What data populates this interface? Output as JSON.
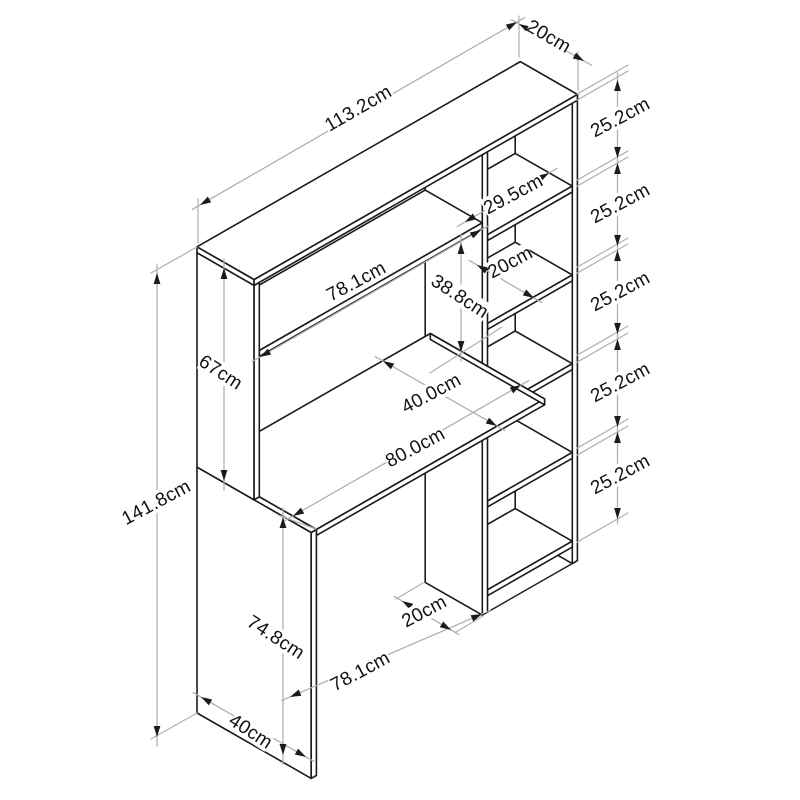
{
  "drawing": {
    "type": "isometric furniture dimension drawing",
    "subject": "desk with hutch and side shelving column"
  },
  "colors": {
    "background": "#ffffff",
    "outline": "#1b1b1b",
    "dimension_line": "#b0b0b0",
    "label_text": "#111111"
  },
  "dimensions": {
    "top_depth": "20cm",
    "total_width": "113.2cm",
    "right_section_1": "25.2cm",
    "right_section_2": "25.2cm",
    "right_section_3": "25.2cm",
    "right_section_4": "25.2cm",
    "right_section_5": "25.2cm",
    "upper_cubby_width": "29.5cm",
    "upper_cubby_depth": "20cm",
    "shelf_to_desk": "38.8cm",
    "hutch_shelf_width": "78.1cm",
    "hutch_height": "67cm",
    "desk_depth": "40.0cm",
    "desk_width": "80.0cm",
    "total_height": "141.8cm",
    "desk_panel_height": "74.8cm",
    "divider_depth": "20cm",
    "knee_space_width": "78.1cm",
    "side_panel_depth": "40cm"
  }
}
